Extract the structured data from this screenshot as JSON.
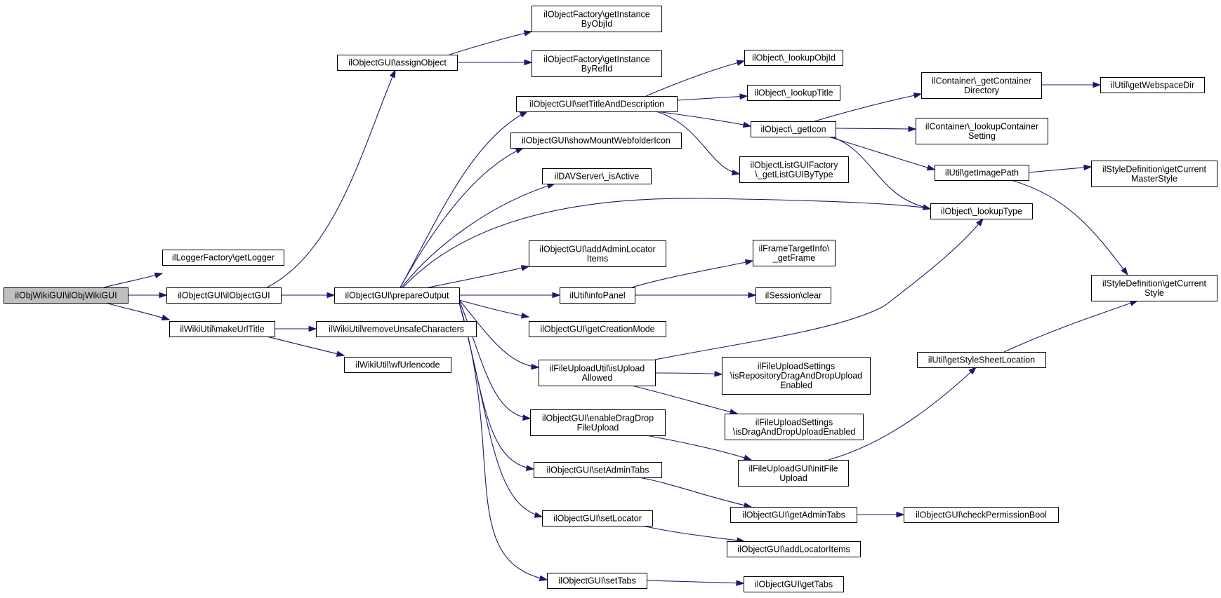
{
  "diagram": {
    "colors": {
      "edge": "#191970",
      "node_border": "#000000",
      "node_fill": "#ffffff",
      "root_fill": "#bfbfbf"
    },
    "nodes": [
      {
        "id": "root",
        "label": "ilObjWikiGUI\\ilObjWikiGUI",
        "root": true
      },
      {
        "id": "logger",
        "label": "ilLoggerFactory\\getLogger"
      },
      {
        "id": "objgui",
        "label": "ilObjectGUI\\ilObjectGUI"
      },
      {
        "id": "makeurl",
        "label": "ilWikiUtil\\makeUrlTitle"
      },
      {
        "id": "assign",
        "label": "ilObjectGUI\\assignObject"
      },
      {
        "id": "prepout",
        "label": "ilObjectGUI\\prepareOutput"
      },
      {
        "id": "removeunsafe",
        "label": "ilWikiUtil\\removeUnsafeCharacters"
      },
      {
        "id": "wfurl",
        "label": "ilWikiUtil\\wfUrlencode"
      },
      {
        "id": "instobj",
        "label": "ilObjectFactory\\getInstance\nByObjId"
      },
      {
        "id": "instref",
        "label": "ilObjectFactory\\getInstance\nByRefId"
      },
      {
        "id": "settitle",
        "label": "ilObjectGUI\\setTitleAndDescription"
      },
      {
        "id": "showmount",
        "label": "ilObjectGUI\\showMountWebfolderIcon"
      },
      {
        "id": "davactive",
        "label": "ilDAVServer\\_isActive"
      },
      {
        "id": "addadmin",
        "label": "ilObjectGUI\\addAdminLocator\nItems"
      },
      {
        "id": "infopanel",
        "label": "ilUtil\\infoPanel"
      },
      {
        "id": "creationmode",
        "label": "ilObjectGUI\\getCreationMode"
      },
      {
        "id": "isupload",
        "label": "ilFileUploadUtil\\isUpload\nAllowed"
      },
      {
        "id": "enabledrag",
        "label": "ilObjectGUI\\enableDragDrop\nFileUpload"
      },
      {
        "id": "setadmintabs",
        "label": "ilObjectGUI\\setAdminTabs"
      },
      {
        "id": "setlocator",
        "label": "ilObjectGUI\\setLocator"
      },
      {
        "id": "settabs",
        "label": "ilObjectGUI\\setTabs"
      },
      {
        "id": "lookupobjid",
        "label": "ilObject\\_lookupObjId"
      },
      {
        "id": "lookuptitle",
        "label": "ilObject\\_lookupTitle"
      },
      {
        "id": "geticon",
        "label": "ilObject\\_getIcon"
      },
      {
        "id": "listguifactory",
        "label": "ilObjectListGUIFactory\n\\_getListGUIByType"
      },
      {
        "id": "lookuptype",
        "label": "ilObject\\_lookupType"
      },
      {
        "id": "getframe",
        "label": "ilFrameTargetInfo\\\n_getFrame"
      },
      {
        "id": "sessclear",
        "label": "ilSession\\clear"
      },
      {
        "id": "isrepodrag",
        "label": "ilFileUploadSettings\n\\isRepositoryDragAndDropUpload\nEnabled"
      },
      {
        "id": "isdrag",
        "label": "ilFileUploadSettings\n\\isDragAndDropUploadEnabled"
      },
      {
        "id": "initfile",
        "label": "ilFileUploadGUI\\initFile\nUpload"
      },
      {
        "id": "getadmintabs",
        "label": "ilObjectGUI\\getAdminTabs"
      },
      {
        "id": "addlocitems",
        "label": "ilObjectGUI\\addLocatorItems"
      },
      {
        "id": "gettabs",
        "label": "ilObjectGUI\\getTabs"
      },
      {
        "id": "getcontdir",
        "label": "ilContainer\\_getContainer\nDirectory"
      },
      {
        "id": "lookupcont",
        "label": "ilContainer\\_lookupContainer\nSetting"
      },
      {
        "id": "getimagepath",
        "label": "ilUtil\\getImagePath"
      },
      {
        "id": "getstylesheet",
        "label": "ilUtil\\getStyleSheetLocation"
      },
      {
        "id": "checkperm",
        "label": "ilObjectGUI\\checkPermissionBool"
      },
      {
        "id": "getwebspace",
        "label": "ilUtil\\getWebspaceDir"
      },
      {
        "id": "currmaster",
        "label": "ilStyleDefinition\\getCurrent\nMasterStyle"
      },
      {
        "id": "currstyle",
        "label": "ilStyleDefinition\\getCurrent\nStyle"
      }
    ],
    "edges": [
      [
        "root",
        "logger"
      ],
      [
        "root",
        "objgui"
      ],
      [
        "root",
        "makeurl"
      ],
      [
        "objgui",
        "assign"
      ],
      [
        "objgui",
        "prepout"
      ],
      [
        "makeurl",
        "removeunsafe"
      ],
      [
        "makeurl",
        "wfurl"
      ],
      [
        "assign",
        "instobj"
      ],
      [
        "assign",
        "instref"
      ],
      [
        "prepout",
        "settitle"
      ],
      [
        "prepout",
        "showmount"
      ],
      [
        "prepout",
        "davactive"
      ],
      [
        "prepout",
        "lookuptype"
      ],
      [
        "prepout",
        "addadmin"
      ],
      [
        "prepout",
        "infopanel"
      ],
      [
        "prepout",
        "creationmode"
      ],
      [
        "prepout",
        "isupload"
      ],
      [
        "prepout",
        "enabledrag"
      ],
      [
        "prepout",
        "setadmintabs"
      ],
      [
        "prepout",
        "setlocator"
      ],
      [
        "prepout",
        "settabs"
      ],
      [
        "settitle",
        "lookupobjid"
      ],
      [
        "settitle",
        "lookuptitle"
      ],
      [
        "settitle",
        "geticon"
      ],
      [
        "settitle",
        "listguifactory"
      ],
      [
        "geticon",
        "getcontdir"
      ],
      [
        "geticon",
        "lookupcont"
      ],
      [
        "geticon",
        "getimagepath"
      ],
      [
        "geticon",
        "lookuptype"
      ],
      [
        "getcontdir",
        "getwebspace"
      ],
      [
        "getimagepath",
        "currmaster"
      ],
      [
        "getimagepath",
        "currstyle"
      ],
      [
        "infopanel",
        "getframe"
      ],
      [
        "infopanel",
        "sessclear"
      ],
      [
        "isupload",
        "lookuptype"
      ],
      [
        "isupload",
        "isrepodrag"
      ],
      [
        "isupload",
        "isdrag"
      ],
      [
        "enabledrag",
        "initfile"
      ],
      [
        "initfile",
        "getstylesheet"
      ],
      [
        "getstylesheet",
        "currstyle"
      ],
      [
        "setadmintabs",
        "getadmintabs"
      ],
      [
        "getadmintabs",
        "checkperm"
      ],
      [
        "setlocator",
        "addlocitems"
      ],
      [
        "settabs",
        "gettabs"
      ]
    ]
  }
}
